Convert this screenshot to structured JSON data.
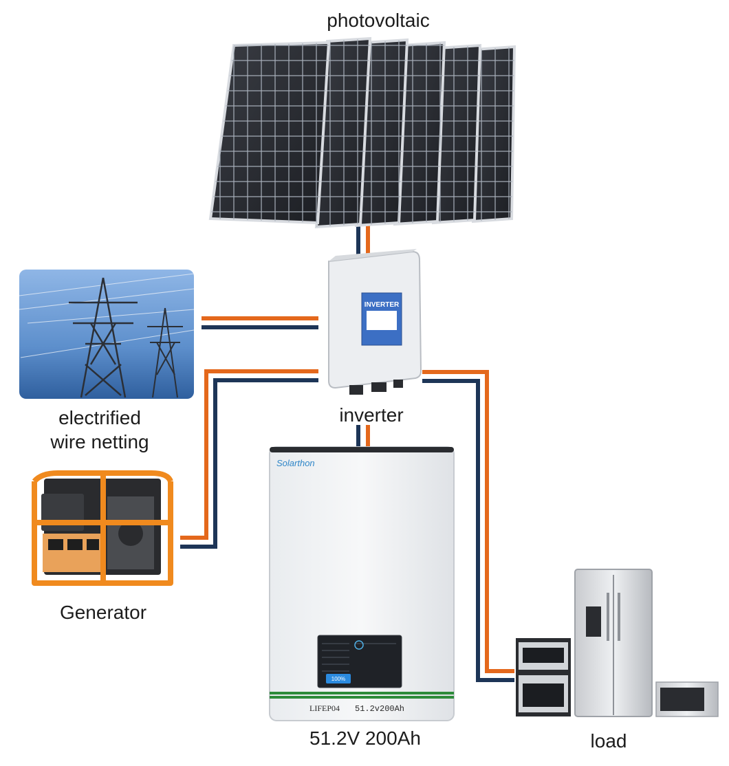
{
  "labels": {
    "photovoltaic": "photovoltaic",
    "inverter": "inverter",
    "grid_line1": "electrified",
    "grid_line2": "wire netting",
    "generator": "Generator",
    "battery_spec": "51.2V 200Ah",
    "load": "load"
  },
  "inverter_device": {
    "badge_text": "INVERTER"
  },
  "battery": {
    "brand": "Solarthon",
    "screen_soc": "100%",
    "model_plate_left": "LIFEP04",
    "model_plate_right": "51.2v200Ah"
  },
  "colors": {
    "wire_orange": "#e4681c",
    "wire_navy": "#1d3557",
    "inverter_badge": "#3c6fc4",
    "battery_stripe": "#2e8b3a",
    "generator_frame": "#f08a1e",
    "sky": "#6f9fd6"
  },
  "icons": {
    "solar": "solar-panel-icon",
    "grid": "power-tower-icon",
    "generator": "generator-icon",
    "load": "appliance-icon"
  }
}
